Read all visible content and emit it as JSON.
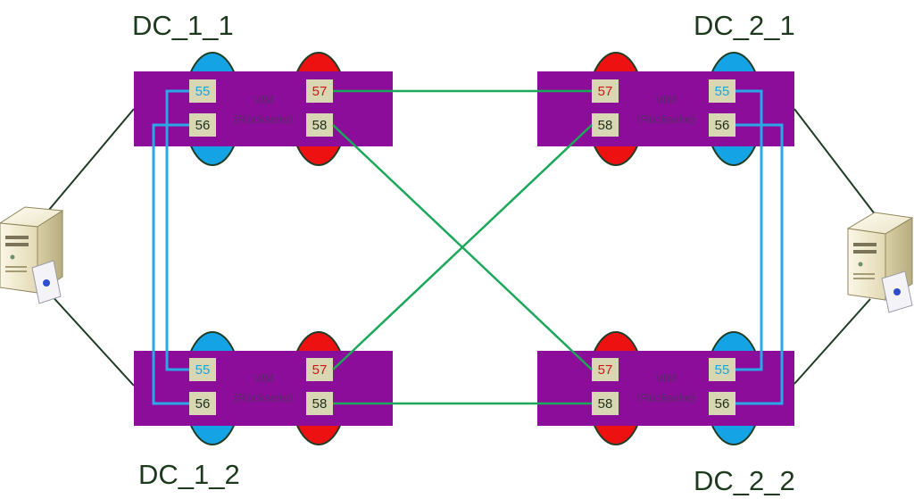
{
  "colors": {
    "module_fill": "#8b0d9a",
    "blue_ellipse": "#14a4e6",
    "red_ellipse": "#ee1111",
    "port_fill": "#d9d7b3",
    "green_link": "#1ba85a",
    "blue_link": "#2aa9e8",
    "dark_line": "#1f3d26",
    "label_dark": "#1e3a1e",
    "port_blue_text": "#1aa3e0",
    "port_red_text": "#d21414",
    "port_dark_text": "#20301f"
  },
  "modules": [
    {
      "id": "dc11",
      "name": "DC_1_1",
      "vim_line1": "VIM",
      "vim_line2": "(Rückseite)",
      "ports": [
        "55",
        "56",
        "57",
        "58"
      ]
    },
    {
      "id": "dc21",
      "name": "DC_2_1",
      "vim_line1": "VIM",
      "vim_line2": "(Rückseite)",
      "ports": [
        "57",
        "58",
        "55",
        "56"
      ]
    },
    {
      "id": "dc12",
      "name": "DC_1_2",
      "vim_line1": "VIM",
      "vim_line2": "(Rückseite)",
      "ports": [
        "55",
        "56",
        "57",
        "58"
      ]
    },
    {
      "id": "dc22",
      "name": "DC_2_2",
      "vim_line1": "VIM",
      "vim_line2": "(Rückseite)",
      "ports": [
        "57",
        "58",
        "55",
        "56"
      ]
    }
  ],
  "icons": [
    "server-icon",
    "server-icon"
  ]
}
